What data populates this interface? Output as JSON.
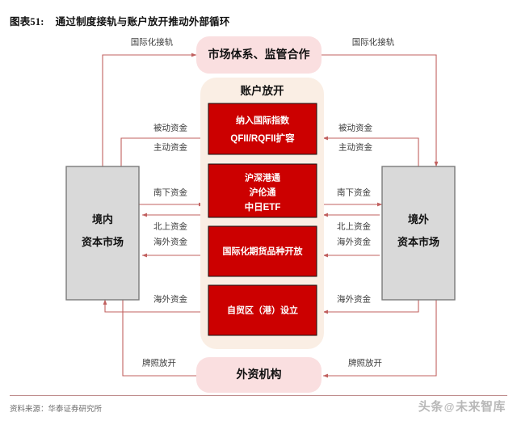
{
  "header": {
    "figure_number": "图表51:",
    "title": "通过制度接轨与账户放开推动外部循环"
  },
  "diagram": {
    "top_pill": {
      "label": "市场体系、监管合作"
    },
    "bottom_pill": {
      "label": "外资机构"
    },
    "left_node": {
      "line1": "境内",
      "line2": "资本市场"
    },
    "right_node": {
      "line1": "境外",
      "line2": "资本市场"
    },
    "center_panel": {
      "title": "账户放开",
      "boxes": [
        {
          "lines": [
            "纳入国际指数",
            "QFII/RQFII扩容"
          ]
        },
        {
          "lines": [
            "沪深港通",
            "沪伦通",
            "中日ETF"
          ]
        },
        {
          "lines": [
            "国际化期货品种开放"
          ]
        },
        {
          "lines": [
            "自贸区（港）设立"
          ]
        }
      ]
    },
    "edge_labels": {
      "top_left": "国际化接轨",
      "top_right": "国际化接轨",
      "left_passive": "被动资金",
      "left_active": "主动资金",
      "right_passive": "被动资金",
      "right_active": "主动资金",
      "left_southbound": "南下资金",
      "left_northbound": "北上资金",
      "right_southbound": "南下资金",
      "right_northbound": "北上资金",
      "left_overseas_mid": "海外资金",
      "right_overseas_mid": "海外资金",
      "left_overseas_low": "海外资金",
      "right_overseas_low": "海外资金",
      "bottom_left": "牌照放开",
      "bottom_right": "牌照放开"
    }
  },
  "footer": {
    "source": "资料来源：华泰证券研究所",
    "watermark_left": "头条",
    "watermark_at": "@",
    "watermark_right": "未来智库"
  },
  "colors": {
    "red_box": "#cc0000",
    "panel_bg": "#faeee4",
    "pill_bg": "#fadfe0",
    "connector": "#c1605f",
    "node_bg": "#d9d9d9",
    "node_border": "#7a7a7a",
    "rule": "#c08d8d"
  }
}
